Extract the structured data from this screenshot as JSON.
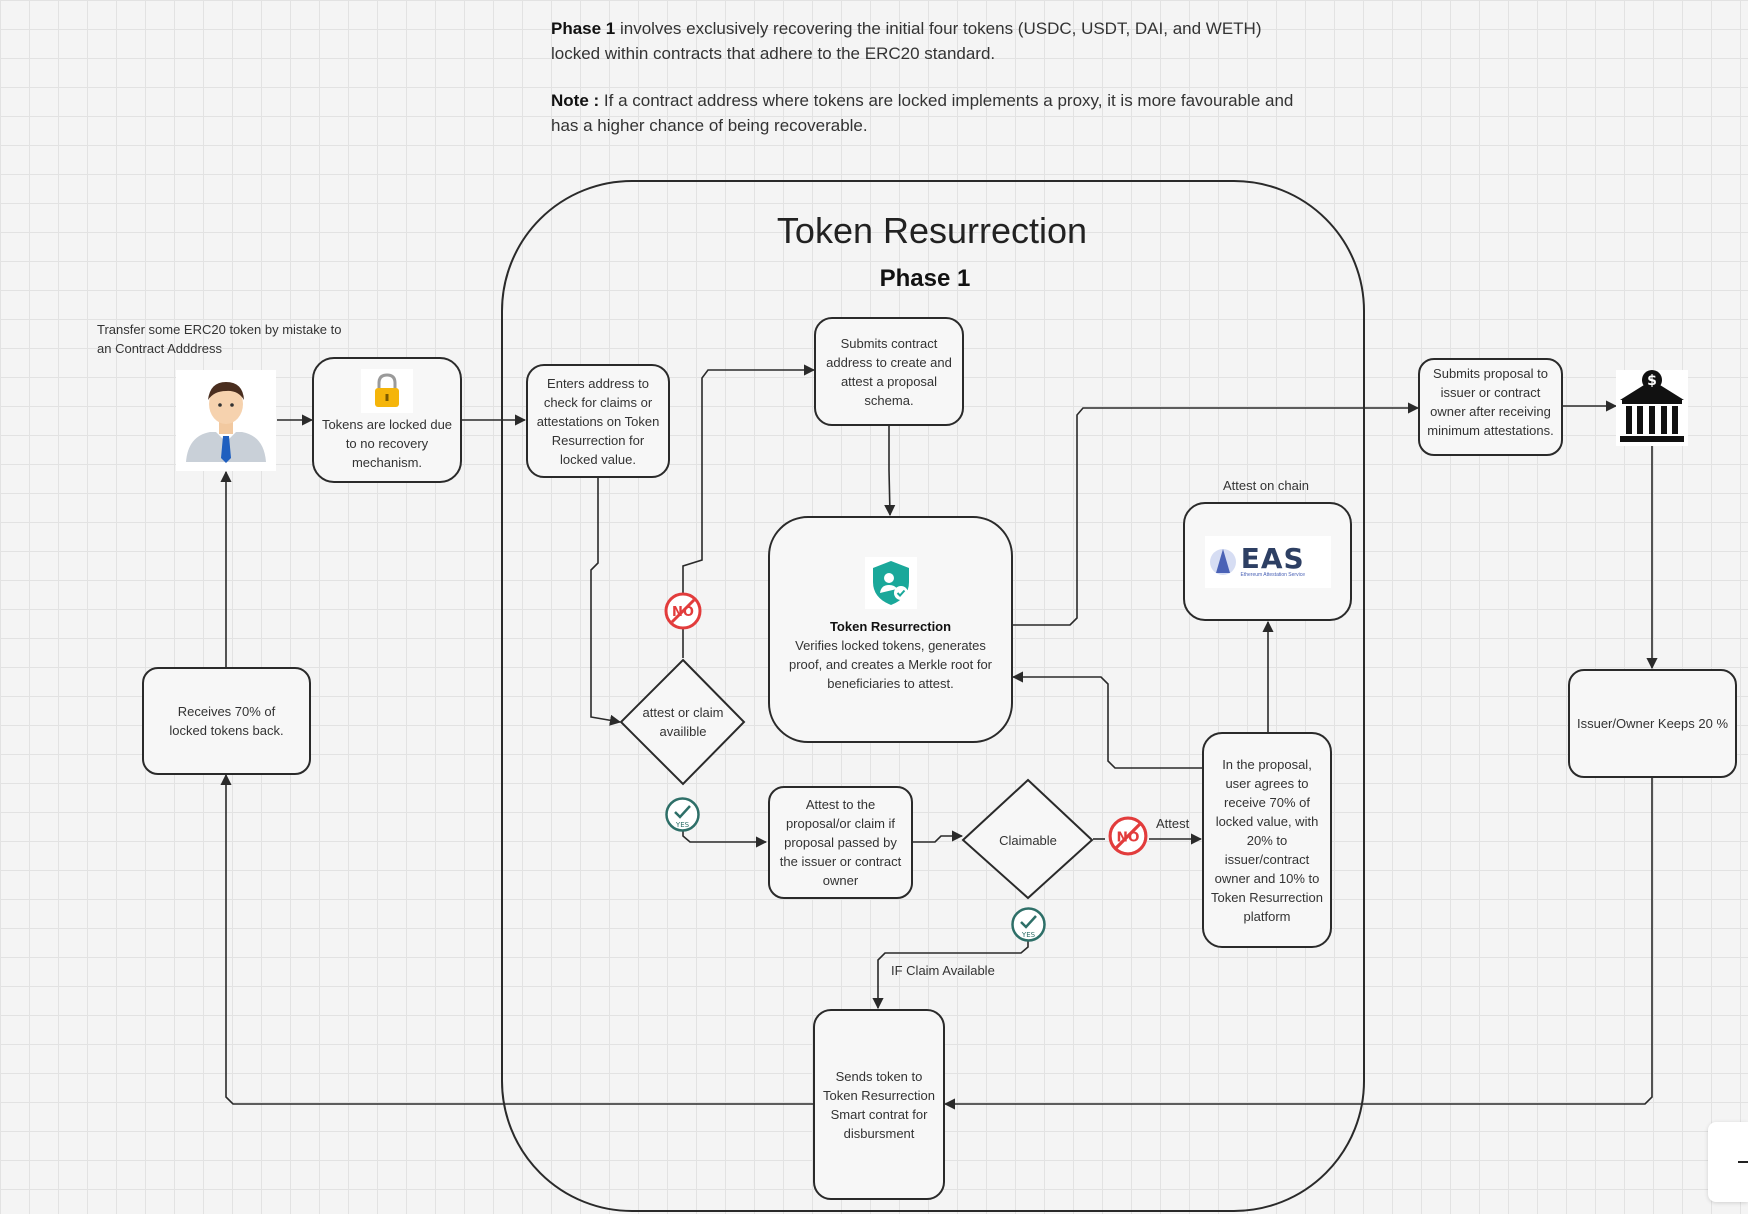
{
  "intro": {
    "p1_bold": "Phase 1",
    "p1_rest": " involves exclusively recovering the initial four tokens (USDC, USDT, DAI, and WETH) locked within contracts that adhere to the ERC20 standard.",
    "p2_bold": "Note :",
    "p2_rest": " If a contract address where tokens are locked implements a proxy, it is more favourable and has a higher chance of being recoverable."
  },
  "diagram": {
    "title": "Token Resurrection",
    "subtitle": "Phase 1",
    "user_caption": "Transfer some ERC20 token by mistake to\nan Contract Adddress",
    "locked": "Tokens are locked due to no recovery mechanism.",
    "enter_address": "Enters address to check for claims or attestations on Token Resurrection for locked value.",
    "submit_contract": "Submits contract address to create and attest a proposal schema.",
    "core_title": "Token Resurrection",
    "core_text": "Verifies locked tokens, generates proof, and creates a Merkle root for beneficiaries to attest.",
    "attest_caption": "Attest on chain",
    "eas_logo": "EAS",
    "eas_tagline": "Ethereum Attestation Service",
    "submit_proposal": "Submits proposal to issuer or contract owner after receiving minimum attestations.",
    "issuer_keeps": "Issuer/Owner Keeps 20 %",
    "receives_back": "Receives 70% of locked tokens back.",
    "decision_available": "attest or claim availible",
    "attest_proposal": "Attest to the proposal/or claim if proposal passed by the issuer or contract owner",
    "decision_claimable": "Claimable",
    "attest_edge": "Attest",
    "agreement": "In the proposal, user agrees to receive 70% of locked value, with 20% to issuer/contract owner and 10% to Token Resurrection platform",
    "if_claim": "IF Claim Available",
    "sends_token": "Sends token to Token Resurrection Smart contrat for disbursment",
    "no_badge": "NO",
    "yes_badge": "YES",
    "bank_symbol": "$"
  },
  "colors": {
    "stroke": "#2a2a2a",
    "no_red": "#e23c3c",
    "yes_teal": "#2e6f68",
    "shield_teal": "#1aa89a",
    "eas_navy": "#2d3f63",
    "eas_blue": "#4a62b6"
  },
  "icons": [
    "user-avatar-icon",
    "padlock-icon",
    "shield-check-icon",
    "bank-icon",
    "eas-logo",
    "no-badge-icon",
    "yes-badge-icon"
  ]
}
